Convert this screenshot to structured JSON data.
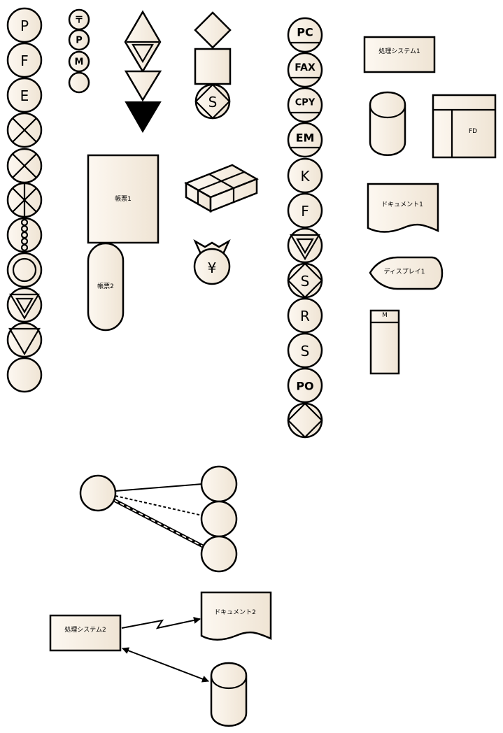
{
  "colors": {
    "fill_light": "#fdf8f1",
    "fill_dark": "#efe4d4",
    "stroke": "#000000"
  },
  "left_column": {
    "letters": [
      "P",
      "F",
      "E"
    ]
  },
  "small_column": {
    "letters": [
      "〒",
      "P",
      "M"
    ]
  },
  "chart_labels": {
    "form1": "帳票1",
    "form2": "帳票2",
    "yen": "¥",
    "s_mark": "S"
  },
  "right_column": {
    "labels": [
      "PC",
      "FAX",
      "CPY",
      "EM",
      "K",
      "F",
      "S",
      "R",
      "S",
      "PO"
    ]
  },
  "flowchart": {
    "process1": "処理システム1",
    "fd": "FD",
    "document1": "ドキュメント1",
    "display1": "ディスプレイ1",
    "m_label": "M"
  },
  "bottom_flow": {
    "process2": "処理システム2",
    "document2": "ドキュメント2"
  }
}
